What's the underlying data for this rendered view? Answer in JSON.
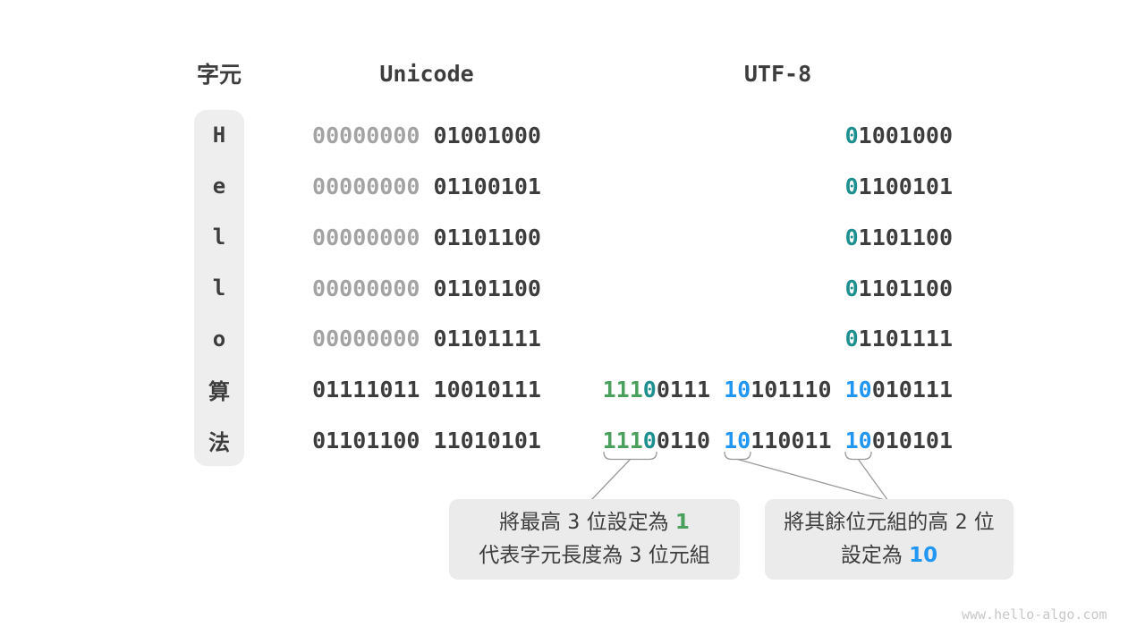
{
  "header": {
    "char_label": "字元",
    "unicode_label": "Unicode",
    "utf8_label": "UTF-8"
  },
  "colors": {
    "dark": "#3d3d3d",
    "gray": "#a3a3a3",
    "teal": "#1e8f8f",
    "green": "#4ba05e",
    "blue": "#2196f3",
    "col_bg": "#eeeeee",
    "box_bg": "#ebebeb",
    "line": "#9a9a9a",
    "watermark": "#c8c8c8"
  },
  "rows": [
    {
      "char": "H",
      "unicode": [
        {
          "t": "00000000 ",
          "c": "gray"
        },
        {
          "t": "01001000",
          "c": "dark"
        }
      ],
      "utf8": [
        {
          "t": "0",
          "c": "teal"
        },
        {
          "t": "1001000",
          "c": "dark"
        }
      ]
    },
    {
      "char": "e",
      "unicode": [
        {
          "t": "00000000 ",
          "c": "gray"
        },
        {
          "t": "01100101",
          "c": "dark"
        }
      ],
      "utf8": [
        {
          "t": "0",
          "c": "teal"
        },
        {
          "t": "1100101",
          "c": "dark"
        }
      ]
    },
    {
      "char": "l",
      "unicode": [
        {
          "t": "00000000 ",
          "c": "gray"
        },
        {
          "t": "01101100",
          "c": "dark"
        }
      ],
      "utf8": [
        {
          "t": "0",
          "c": "teal"
        },
        {
          "t": "1101100",
          "c": "dark"
        }
      ]
    },
    {
      "char": "l",
      "unicode": [
        {
          "t": "00000000 ",
          "c": "gray"
        },
        {
          "t": "01101100",
          "c": "dark"
        }
      ],
      "utf8": [
        {
          "t": "0",
          "c": "teal"
        },
        {
          "t": "1101100",
          "c": "dark"
        }
      ]
    },
    {
      "char": "o",
      "unicode": [
        {
          "t": "00000000 ",
          "c": "gray"
        },
        {
          "t": "01101111",
          "c": "dark"
        }
      ],
      "utf8": [
        {
          "t": "0",
          "c": "teal"
        },
        {
          "t": "1101111",
          "c": "dark"
        }
      ]
    },
    {
      "char": "算",
      "unicode": [
        {
          "t": "01111011 10010111",
          "c": "dark"
        }
      ],
      "utf8": [
        {
          "t": "111",
          "c": "green"
        },
        {
          "t": "0",
          "c": "teal"
        },
        {
          "t": "0111 ",
          "c": "dark"
        },
        {
          "t": "10",
          "c": "blue"
        },
        {
          "t": "101110 ",
          "c": "dark"
        },
        {
          "t": "10",
          "c": "blue"
        },
        {
          "t": "010111",
          "c": "dark"
        }
      ]
    },
    {
      "char": "法",
      "unicode": [
        {
          "t": "01101100 11010101",
          "c": "dark"
        }
      ],
      "utf8": [
        {
          "t": "111",
          "c": "green"
        },
        {
          "t": "0",
          "c": "teal"
        },
        {
          "t": "0110 ",
          "c": "dark"
        },
        {
          "t": "10",
          "c": "blue"
        },
        {
          "t": "110011 ",
          "c": "dark"
        },
        {
          "t": "10",
          "c": "blue"
        },
        {
          "t": "010101",
          "c": "dark"
        }
      ]
    }
  ],
  "callouts": {
    "left": {
      "lines": [
        [
          {
            "t": "將最高 ",
            "c": "dark"
          },
          {
            "t": "3",
            "c": "dark-num"
          },
          {
            "t": " 位設定為 ",
            "c": "dark"
          },
          {
            "t": "1",
            "c": "green"
          }
        ],
        [
          {
            "t": "代表字元長度為 ",
            "c": "dark"
          },
          {
            "t": "3",
            "c": "dark-num"
          },
          {
            "t": " 位元組",
            "c": "dark"
          }
        ]
      ]
    },
    "right": {
      "lines": [
        [
          {
            "t": "將其餘位元組的高 ",
            "c": "dark"
          },
          {
            "t": "2",
            "c": "dark-num"
          },
          {
            "t": " 位",
            "c": "dark"
          }
        ],
        [
          {
            "t": "設定為 ",
            "c": "dark"
          },
          {
            "t": "10",
            "c": "blue"
          }
        ]
      ]
    }
  },
  "watermark": "www.hello-algo.com"
}
